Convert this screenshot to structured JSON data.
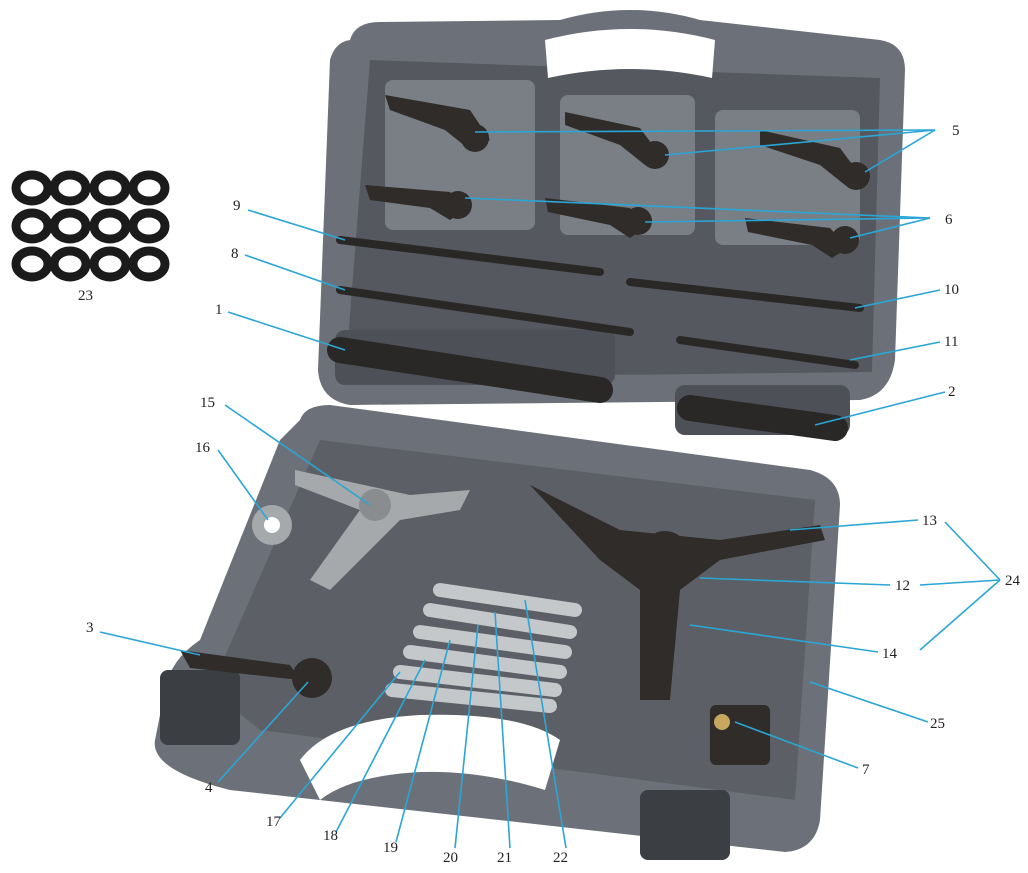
{
  "colors": {
    "case": "#6c7078",
    "case_dark": "#55595f",
    "case_light": "#868a91",
    "tool": "#2f2c2a",
    "bolt": "#cfd2d4",
    "leader": "#2aa6d6"
  },
  "callouts": {
    "c1": "1",
    "c2": "2",
    "c3": "3",
    "c4": "4",
    "c5": "5",
    "c6": "6",
    "c7": "7",
    "c8": "8",
    "c9": "9",
    "c10": "10",
    "c11": "11",
    "c12": "12",
    "c13": "13",
    "c14": "14",
    "c15": "15",
    "c16": "16",
    "c17": "17",
    "c18": "18",
    "c19": "19",
    "c20": "20",
    "c21": "21",
    "c22": "22",
    "c23": "23",
    "c24": "24",
    "c25": "25"
  }
}
